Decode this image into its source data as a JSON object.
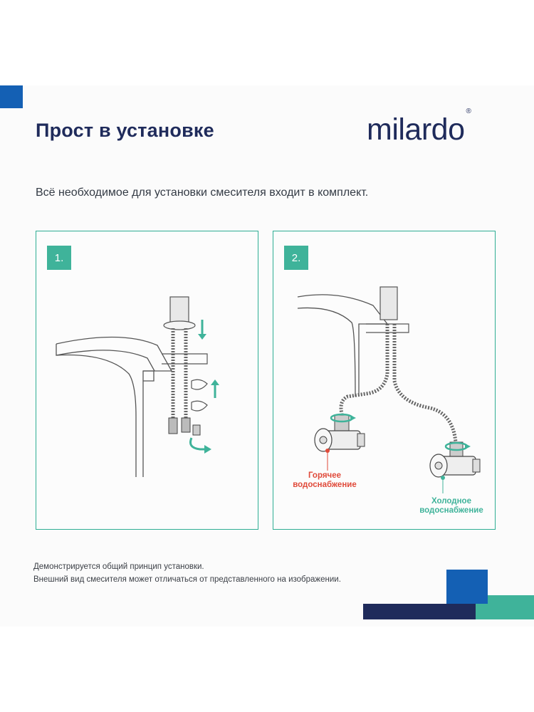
{
  "header": {
    "title": "Прост в установке",
    "logo_text": "milardo",
    "logo_mark": "®"
  },
  "subtitle": "Всё необходимое для установки смесителя входит в комплект.",
  "steps": [
    {
      "number": "1."
    },
    {
      "number": "2.",
      "hot_label_line1": "Горячее",
      "hot_label_line2": "водоснабжение",
      "cold_label_line1": "Холодное",
      "cold_label_line2": "водоснабжение"
    }
  ],
  "footnote": {
    "line1": "Демонстрируется общий принцип установки.",
    "line2": "Внешний вид смесителя может отличаться от представленного на изображении."
  },
  "colors": {
    "brand_navy": "#1f2b5b",
    "brand_blue": "#1460b4",
    "accent_teal": "#3fb39a",
    "hot_red": "#e04a3a"
  },
  "icons": [
    "arrow-down-icon",
    "arrow-up-icon",
    "rotate-arrow-icon"
  ]
}
